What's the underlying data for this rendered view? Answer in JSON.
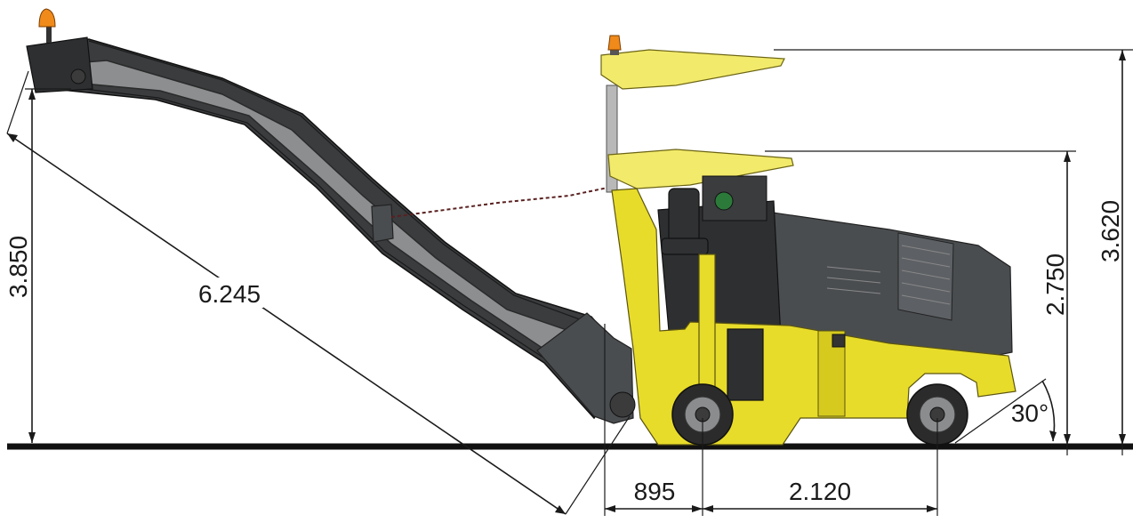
{
  "dimensions": {
    "conveyor_height": "3.850",
    "conveyor_length": "6.245",
    "canopy_low_height": "2.750",
    "canopy_high_height": "3.620",
    "front_overhang": "895",
    "wheelbase": "2.120",
    "rear_angle": "30°"
  },
  "colors": {
    "machine_yellow": "#e8dc2a",
    "beacon_orange": "#f08a1a",
    "engine_cover_gray": "#4a4d50",
    "conveyor_gray": "#8c8e90"
  },
  "icons": {
    "beacon": "beacon-light-icon",
    "seat": "operator-seat-icon",
    "wheel": "wheel-icon"
  }
}
